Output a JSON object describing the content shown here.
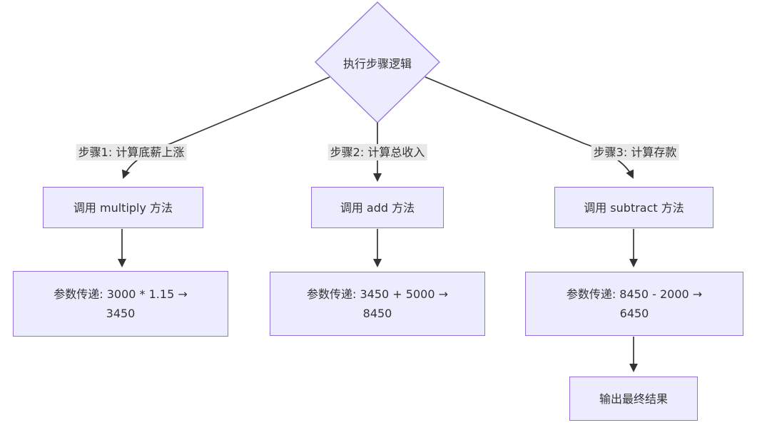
{
  "diagram": {
    "decision": {
      "label": "执行步骤逻辑"
    },
    "branches": [
      {
        "edge_label": "步骤1: 计算底薪上涨",
        "call_node": "调用 multiply 方法",
        "param_line1": "参数传递: 3000 * 1.15 →",
        "param_line2": "3450"
      },
      {
        "edge_label": "步骤2: 计算总收入",
        "call_node": "调用 add 方法",
        "param_line1": "参数传递: 3450 + 5000 →",
        "param_line2": "8450"
      },
      {
        "edge_label": "步骤3: 计算存款",
        "call_node": "调用 subtract 方法",
        "param_line1": "参数传递: 8450 - 2000 →",
        "param_line2": "6450"
      }
    ],
    "output_node": "输出最终结果",
    "colors": {
      "node_fill": "#ECECFF",
      "node_border": "#9370DB",
      "edge_label_bg": "#e8e8e8",
      "line": "#333333",
      "text": "#333333"
    }
  }
}
